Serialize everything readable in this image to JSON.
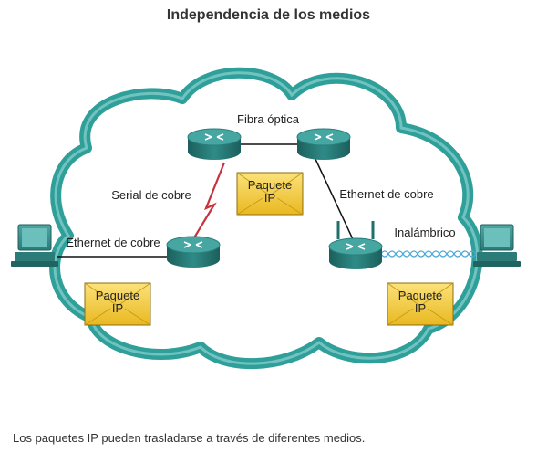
{
  "title": "Independencia de los medios",
  "caption": "Los paquetes IP pueden trasladarse a través de diferentes medios.",
  "labels": {
    "fiber": "Fibra óptica",
    "serial": "Serial de cobre",
    "ethernet_right": "Ethernet de cobre",
    "ethernet_left": "Ethernet de cobre",
    "wireless": "Inalámbrico"
  },
  "packets": [
    {
      "line1": "Paquete",
      "line2": "IP"
    },
    {
      "line1": "Paquete",
      "line2": "IP"
    },
    {
      "line1": "Paquete",
      "line2": "IP"
    }
  ],
  "colors": {
    "cloud": "#2f9f9a",
    "router_top": "#3d9996",
    "router_body": "#1f6f6c",
    "packet_fill": "#f4cf3a",
    "serial_link": "#c8323c",
    "wireless_link": "#4aa7d8"
  }
}
